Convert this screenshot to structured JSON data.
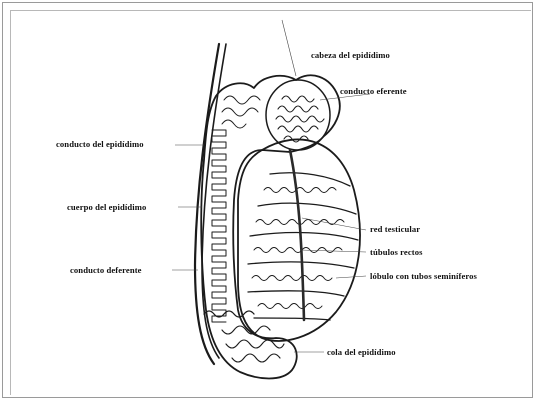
{
  "labels": {
    "cabeza": "cabeza del epidídimo",
    "eferente": "conducto eferente",
    "conducto_epididimo": "conducto del epidídimo",
    "cuerpo": "cuerpo del epidídimo",
    "red": "red testicular",
    "tubulos": "túbulos rectos",
    "lobulo": "lóbulo con tubos seminíferos",
    "deferente": "conducto deferente",
    "cola": "cola del epidídimo"
  }
}
